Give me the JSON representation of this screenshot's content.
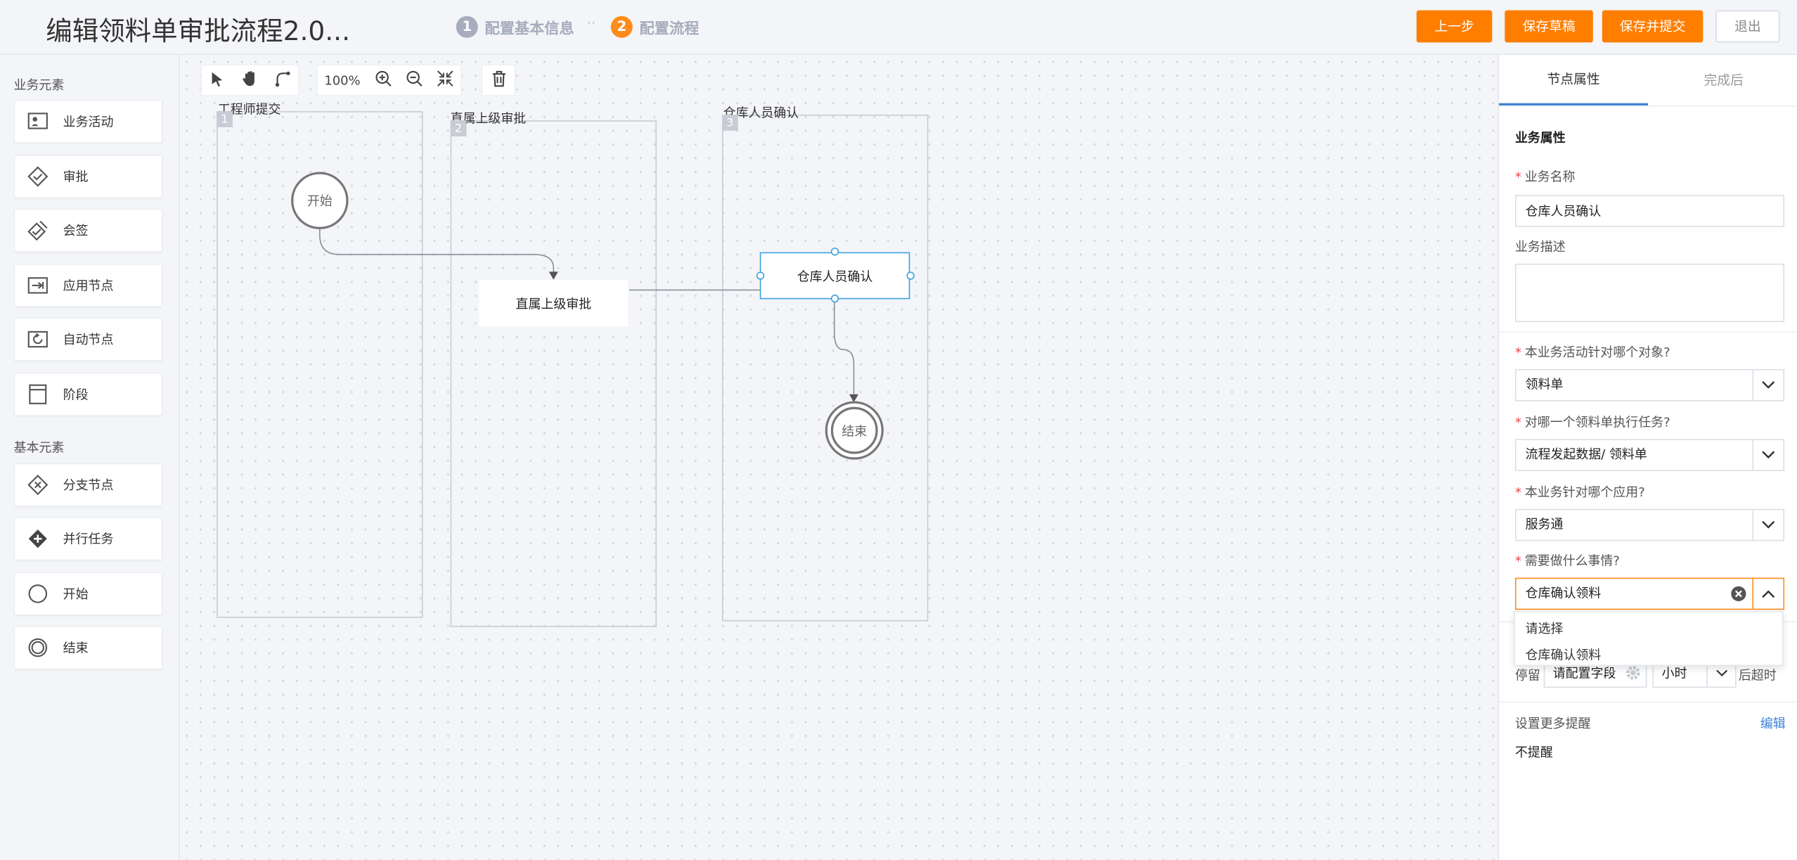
{
  "header": {
    "title": "编辑领料单审批流程2.0...",
    "steps": [
      {
        "num": "1",
        "label": "配置基本信息"
      },
      {
        "num": "2",
        "label": "配置流程"
      }
    ],
    "step_separator": "··",
    "buttons": {
      "prev": "上一步",
      "save_draft": "保存草稿",
      "save_submit": "保存并提交",
      "exit": "退出"
    }
  },
  "palette": {
    "business_title": "业务元素",
    "business_items": [
      {
        "label": "业务活动",
        "icon": "activity-icon"
      },
      {
        "label": "审批",
        "icon": "approve-icon"
      },
      {
        "label": "会签",
        "icon": "countersign-icon"
      },
      {
        "label": "应用节点",
        "icon": "app-node-icon"
      },
      {
        "label": "自动节点",
        "icon": "auto-node-icon"
      },
      {
        "label": "阶段",
        "icon": "stage-icon"
      }
    ],
    "basic_title": "基本元素",
    "basic_items": [
      {
        "label": "分支节点",
        "icon": "branch-icon"
      },
      {
        "label": "并行任务",
        "icon": "parallel-icon"
      },
      {
        "label": "开始",
        "icon": "start-circle-icon"
      },
      {
        "label": "结束",
        "icon": "end-circle-icon"
      }
    ]
  },
  "toolbar": {
    "zoom": "100%"
  },
  "flow": {
    "lanes": [
      {
        "title": "工程师提交",
        "num": "1"
      },
      {
        "title": "直属上级审批",
        "num": "2"
      },
      {
        "title": "仓库人员确认",
        "num": "3"
      }
    ],
    "nodes": {
      "start": "开始",
      "approve": "直属上级审批",
      "confirm": "仓库人员确认",
      "end": "结束"
    }
  },
  "panel": {
    "tabs": [
      "节点属性",
      "完成后"
    ],
    "section_title": "业务属性",
    "name_label": "业务名称",
    "name_value": "仓库人员确认",
    "desc_label": "业务描述",
    "desc_value": "",
    "object_label": "本业务活动针对哪个对象?",
    "object_value": "领料单",
    "target_label": "对哪一个领料单执行任务?",
    "target_value": "流程发起数据/ 领料单",
    "app_label": "本业务针对哪个应用?",
    "app_value": "服务通",
    "todo_label": "需要做什么事情?",
    "todo_value": "仓库确认领料",
    "todo_options": [
      "请选择",
      "仓库确认领料"
    ],
    "stay_label": "停留",
    "stay_field": "请配置字段",
    "stay_unit": "小时",
    "timeout_label": "后超时",
    "reminder_label": "设置更多提醒",
    "reminder_edit": "编辑",
    "reminder_value": "不提醒"
  },
  "colors": {
    "accent": "#ff7e00",
    "link": "#3d82d6",
    "selection": "#3fa2e0",
    "required": "#e34848"
  }
}
